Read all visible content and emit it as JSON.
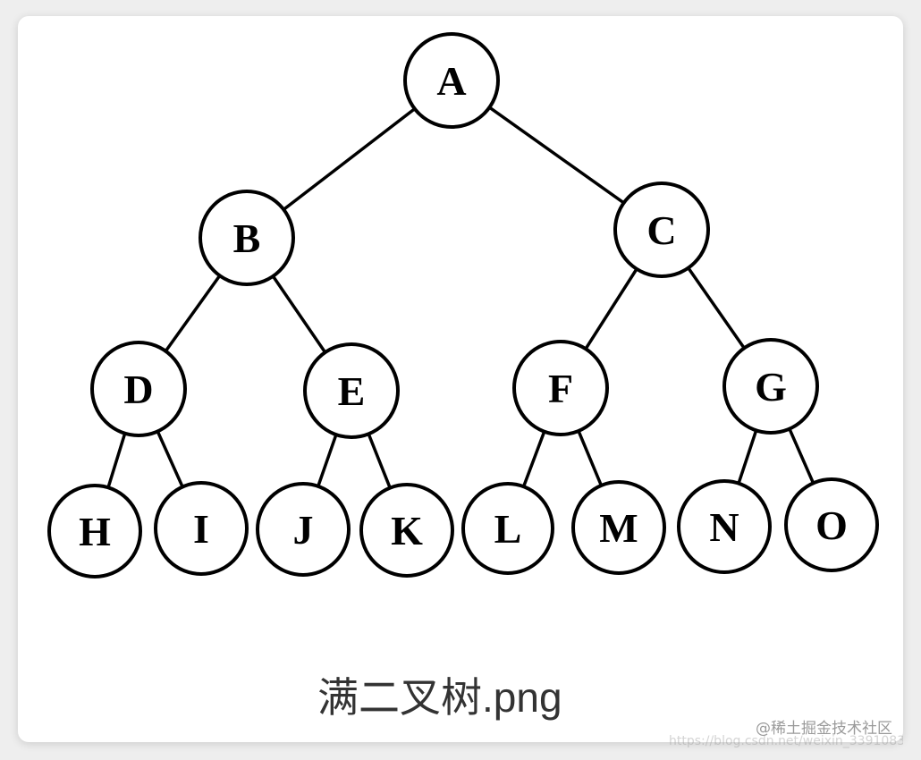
{
  "tree": {
    "nodes": [
      {
        "label": "A"
      },
      {
        "label": "B"
      },
      {
        "label": "C"
      },
      {
        "label": "D"
      },
      {
        "label": "E"
      },
      {
        "label": "F"
      },
      {
        "label": "G"
      },
      {
        "label": "H"
      },
      {
        "label": "I"
      },
      {
        "label": "J"
      },
      {
        "label": "K"
      },
      {
        "label": "L"
      },
      {
        "label": "M"
      },
      {
        "label": "N"
      },
      {
        "label": "O"
      }
    ],
    "edges": [
      [
        "A",
        "B"
      ],
      [
        "A",
        "C"
      ],
      [
        "B",
        "D"
      ],
      [
        "B",
        "E"
      ],
      [
        "C",
        "F"
      ],
      [
        "C",
        "G"
      ],
      [
        "D",
        "H"
      ],
      [
        "D",
        "I"
      ],
      [
        "E",
        "J"
      ],
      [
        "E",
        "K"
      ],
      [
        "F",
        "L"
      ],
      [
        "F",
        "M"
      ],
      [
        "G",
        "N"
      ],
      [
        "G",
        "O"
      ]
    ]
  },
  "caption": "满二叉树.png",
  "watermark": "@稀土掘金技术社区",
  "url_watermark": "https://blog.csdn.net/weixin_3391083",
  "colors": {
    "node_stroke": "#000000",
    "edge": "#000000",
    "caption": "#333333",
    "watermark": "#9a9a9a"
  }
}
